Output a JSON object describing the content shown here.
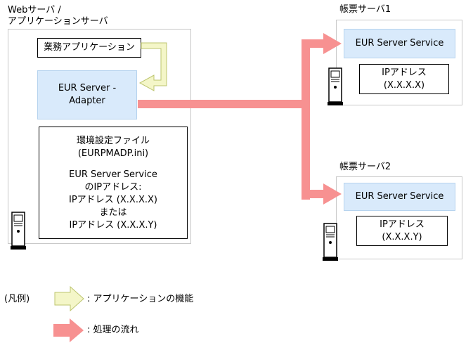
{
  "web_server": {
    "title_line1": "Webサーバ /",
    "title_line2": "アプリケーションサーバ",
    "business_app": "業務アプリケーション",
    "adapter_line1": "EUR Server -",
    "adapter_line2": "Adapter",
    "config": {
      "line1": "環境設定ファイル",
      "line2": "(EURPMADP.ini)",
      "line3": "EUR Server Service",
      "line4": "のIPアドレス:",
      "line5": "IPアドレス (X.X.X.X)",
      "line6": "または",
      "line7": "IPアドレス (X.X.X.Y)"
    }
  },
  "form_server_1": {
    "title": "帳票サーバ1",
    "service": "EUR Server Service",
    "ip_label": "IPアドレス",
    "ip_value": "(X.X.X.X)"
  },
  "form_server_2": {
    "title": "帳票サーバ2",
    "service": "EUR Server Service",
    "ip_label": "IPアドレス",
    "ip_value": "(X.X.X.Y)"
  },
  "legend": {
    "title": "(凡例)",
    "app_function": ": アプリケーションの機能",
    "process_flow": ": 処理の流れ"
  },
  "colors": {
    "service_fill": "#d9eafb",
    "process_arrow": "#f79191",
    "app_arrow_fill": "#f4f6c8",
    "app_arrow_stroke": "#bcc46e"
  }
}
